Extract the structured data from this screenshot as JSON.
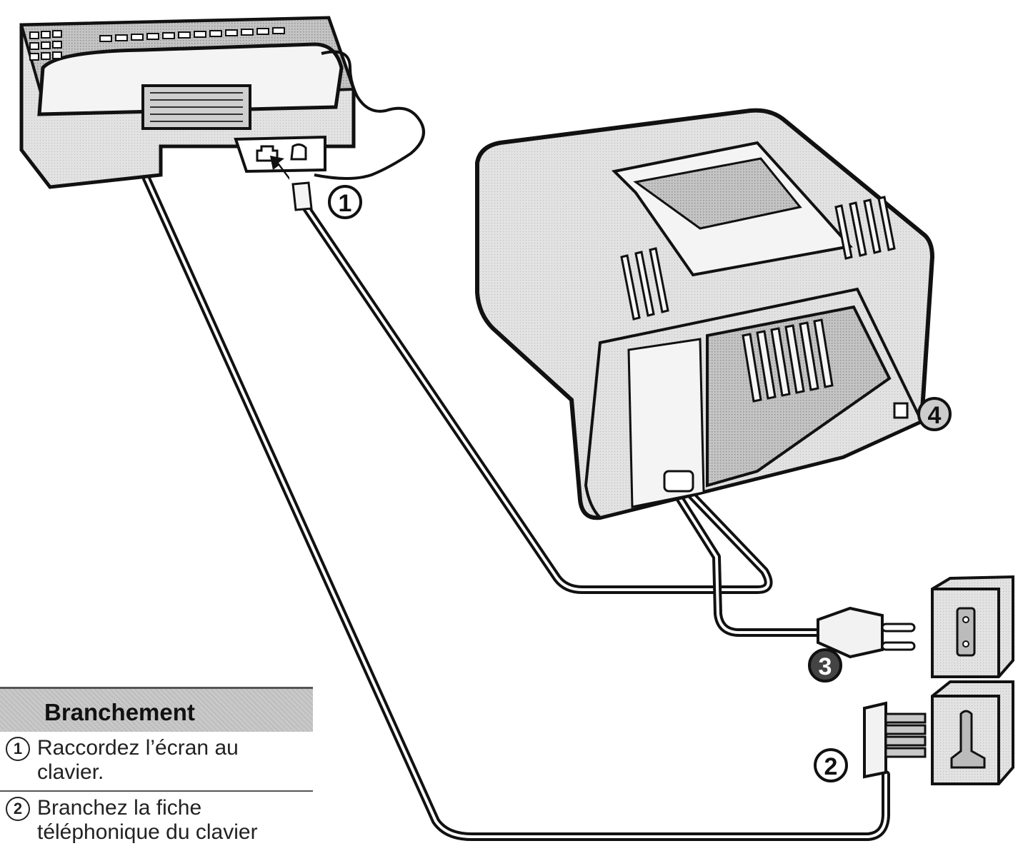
{
  "diagram": {
    "callouts": [
      {
        "id": "1",
        "label": "1"
      },
      {
        "id": "2",
        "label": "2"
      },
      {
        "id": "3",
        "label": "3"
      },
      {
        "id": "4",
        "label": "4"
      }
    ]
  },
  "legend": {
    "title": "Branchement",
    "items": [
      {
        "num": "1",
        "text": "Raccordez l’écran au\nclavier."
      },
      {
        "num": "2",
        "text": "Branchez la fiche\ntéléphonique du clavier"
      }
    ]
  },
  "colors": {
    "ink": "#111111",
    "grey": "#c9c9c9",
    "light": "#e6e6e6"
  }
}
